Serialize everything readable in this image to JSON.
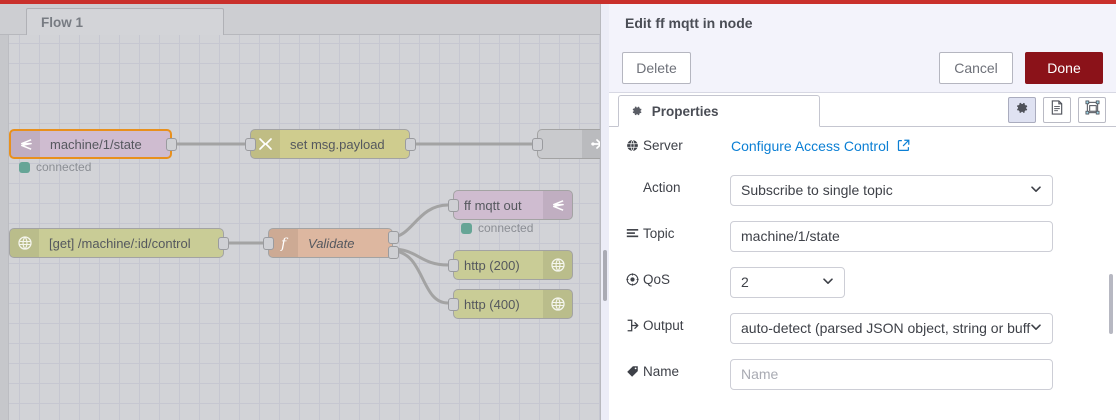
{
  "theme": {
    "accent_red": "#c9302c",
    "done_button_bg": "#8b1219",
    "link_blue": "#0b7fd4",
    "selected_node_border": "#e8901d",
    "status_green": "#66a596"
  },
  "workspace": {
    "tabs": [
      {
        "label": "Flow 1",
        "active": true
      }
    ],
    "nodes": [
      {
        "id": "mqtt-in",
        "label": "machine/1/state",
        "type": "mqtt-in",
        "icon": "mqtt-icon",
        "selected": true,
        "status": "connected"
      },
      {
        "id": "change",
        "label": "set msg.payload",
        "type": "change",
        "icon": "change-shuffle-icon",
        "selected": false,
        "status": ""
      },
      {
        "id": "debug",
        "label": "",
        "type": "debug",
        "icon": "debug-arrow-icon",
        "selected": false,
        "status": ""
      },
      {
        "id": "http-in",
        "label": "[get] /machine/:id/control",
        "type": "http-in",
        "icon": "globe-icon",
        "selected": false,
        "status": ""
      },
      {
        "id": "function",
        "label": "Validate",
        "type": "function",
        "icon": "function-f-icon",
        "selected": false,
        "status": ""
      },
      {
        "id": "mqtt-out",
        "label": "ff mqtt out",
        "type": "mqtt-out",
        "icon": "mqtt-icon",
        "selected": false,
        "status": "connected"
      },
      {
        "id": "http-200",
        "label": "http (200)",
        "type": "http-response",
        "icon": "globe-icon",
        "selected": false,
        "status": ""
      },
      {
        "id": "http-400",
        "label": "http (400)",
        "type": "http-response",
        "icon": "globe-icon",
        "selected": false,
        "status": ""
      }
    ]
  },
  "panel": {
    "title": "Edit ff mqtt in node",
    "buttons": {
      "delete": "Delete",
      "cancel": "Cancel",
      "done": "Done"
    },
    "tabs": [
      {
        "label": "Properties",
        "icon": "gear-icon",
        "active": true
      }
    ],
    "icon_buttons": [
      {
        "name": "properties-gear-icon",
        "active": true
      },
      {
        "name": "description-doc-icon",
        "active": false
      },
      {
        "name": "appearance-outline-icon",
        "active": false
      }
    ],
    "form": {
      "server": {
        "label": "Server",
        "icon": "globe-icon",
        "link_text": "Configure Access Control",
        "link_icon": "external-link-icon"
      },
      "action": {
        "label": "Action",
        "icon": "",
        "value": "Subscribe to single topic",
        "control": "select"
      },
      "topic": {
        "label": "Topic",
        "icon": "list-lines-icon",
        "value": "machine/1/state",
        "control": "text"
      },
      "qos": {
        "label": "QoS",
        "icon": "target-icon",
        "value": "2",
        "control": "select"
      },
      "output": {
        "label": "Output",
        "icon": "output-arrow-icon",
        "value": "auto-detect (parsed JSON object, string or buff",
        "control": "select"
      },
      "name": {
        "label": "Name",
        "icon": "tag-icon",
        "value": "",
        "placeholder": "Name",
        "control": "text"
      }
    }
  }
}
